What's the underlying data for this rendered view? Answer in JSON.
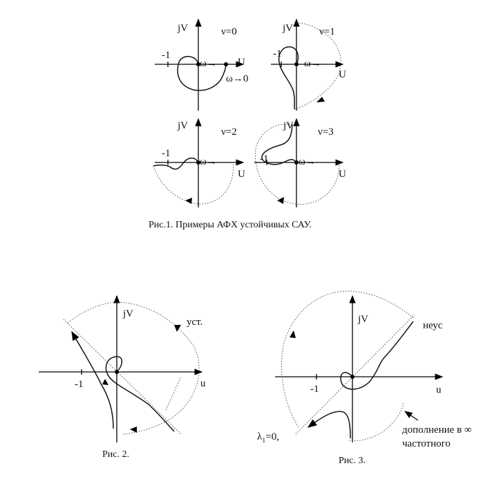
{
  "figure1": {
    "caption": "Рис.1. Примеры АФХ устойчивых САУ.",
    "panels": [
      {
        "nu_label": "ν=0",
        "y_axis": "jV",
        "x_axis": "U",
        "minus_one": "-1",
        "omega_arrow": "ω→",
        "omega_zero": "ω→0"
      },
      {
        "nu_label": "ν=1",
        "y_axis": "jV",
        "x_axis": "U",
        "minus_one": "-1",
        "omega_arrow": "ω→"
      },
      {
        "nu_label": "ν=2",
        "y_axis": "jV",
        "x_axis": "U",
        "minus_one": "-1",
        "omega_arrow": "ω→"
      },
      {
        "nu_label": "ν=3",
        "y_axis": "jV",
        "x_axis": "U",
        "minus_one": "-1",
        "omega_arrow": "ω→"
      }
    ]
  },
  "figure2": {
    "caption": "Рис. 2.",
    "y_axis": "jV",
    "x_axis": "u",
    "minus_one": "-1",
    "annotation": "уст."
  },
  "figure3": {
    "caption": "Рис. 3.",
    "y_axis": "jV",
    "x_axis": "u",
    "minus_one": "-1",
    "annotation_top": "неус",
    "lambda_label": "λ",
    "lambda_sub": "1",
    "lambda_rest": "=0,",
    "note_line1": "дополнение в ∞",
    "note_line2": "частотного"
  }
}
